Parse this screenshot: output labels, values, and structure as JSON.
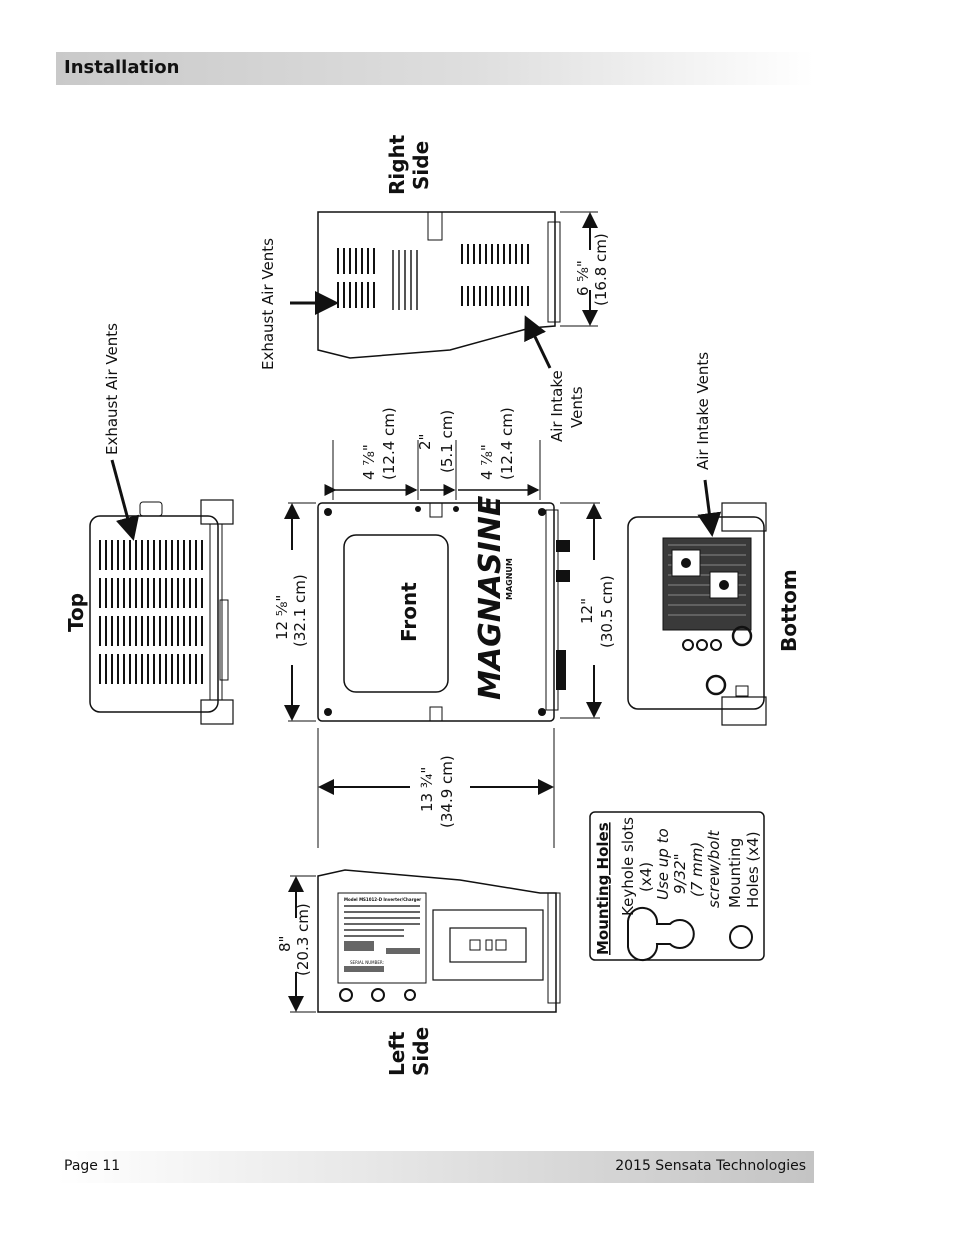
{
  "header": {
    "title": "Installation"
  },
  "footer": {
    "page": "Page 11",
    "copyright": "2015 Sensata Technologies"
  },
  "views": {
    "top": "Top",
    "front": "Front",
    "bottom": "Bottom",
    "right": "Right Side",
    "left": "Left Side"
  },
  "callouts": {
    "exhaust_top": "Exhaust Air Vents",
    "exhaust_right": "Exhaust Air Vents",
    "intake_right_line1": "Air Intake",
    "intake_right_line2": "Vents",
    "intake_bottom": "Air Intake Vents"
  },
  "dimensions": {
    "d1_in": "4 ⅞\"",
    "d1_cm": "(12.4 cm)",
    "d2_in": "2\"",
    "d2_cm": "(5.1 cm)",
    "d3_in": "4 ⅞\"",
    "d3_cm": "(12.4 cm)",
    "height_in": "12 ⅝\"",
    "height_cm": "(32.1 cm)",
    "twelve_in": "12\"",
    "twelve_cm": "(30.5 cm)",
    "width_in": "13 ¾\"",
    "width_cm": "(34.9 cm)",
    "right_in": "6 ⅝\"",
    "right_cm": "(16.8 cm)",
    "left_in": "8\"",
    "left_cm": "(20.3 cm)"
  },
  "mounting": {
    "title": "Mounting Holes",
    "keyhole_line1": "Keyhole slots",
    "keyhole_line2": "(x4)",
    "use_line1": "Use up to",
    "use_line2": "9/32\"",
    "use_line3": "(7 mm)",
    "use_line4": "screw/bolt",
    "holes_line1": "Mounting",
    "holes_line2": "Holes (x4)"
  },
  "brand": {
    "logo_line1": "MAGNASINE",
    "logo_line2": "MAGNUM"
  },
  "label": {
    "model": "Model MS1012-D Inverter/Charger",
    "serial": "SERIAL NUMBER:"
  }
}
